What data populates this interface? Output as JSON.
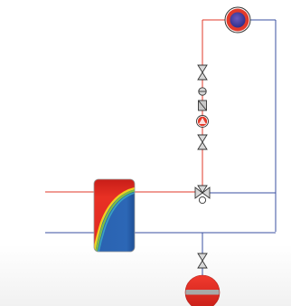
{
  "diagram": {
    "type": "hydraulic-schematic",
    "components": [
      "supply-line-in",
      "return-line-in",
      "buffer-storage-tank",
      "supply-riser",
      "circulation-pump-top",
      "shutoff-valve-upper",
      "check-valve",
      "dirt-filter",
      "circulation-pump-mid",
      "shutoff-valve-lower",
      "three-way-mixing-valve",
      "return-riser",
      "shutoff-valve-expansion",
      "expansion-vessel"
    ],
    "colors": {
      "supply": "#e23a2a",
      "return": "#3a4fa0",
      "tank_hot": "#e02a22",
      "tank_cold": "#2c67b6",
      "pump_ring": "#e23a2a",
      "pump_core": "#3a3a9a",
      "vessel": "#e02a22",
      "vessel_band": "#a0a0a0",
      "valve_stroke": "#333333",
      "valve_fill": "#d8d8d8"
    }
  }
}
